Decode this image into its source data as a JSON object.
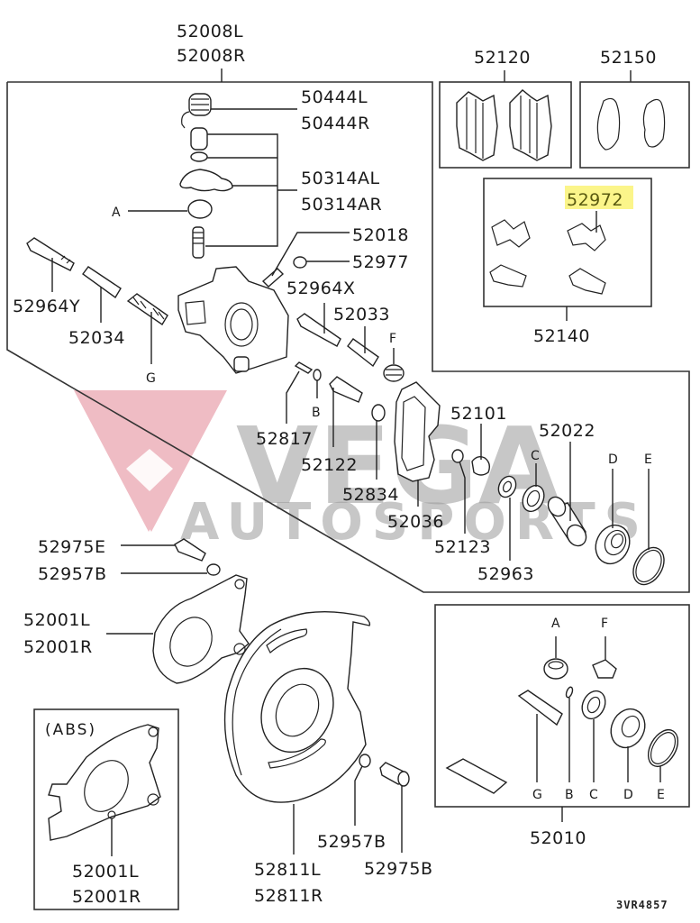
{
  "diagram": {
    "title_code": "3VR4857",
    "highlight_color": "#fbf58a",
    "highlighted_part": "52972",
    "watermark": {
      "brand_top": "VEGA",
      "brand_bottom": "AUTOSPORTS",
      "accent_color": "#e8a0ab",
      "grey_color": "#9a9a9a"
    },
    "labels": {
      "p52008": [
        "52008L",
        "52008R"
      ],
      "p50444": [
        "50444L",
        "50444R"
      ],
      "p50314": [
        "50314AL",
        "50314AR"
      ],
      "A_main": "A",
      "p52018": "52018",
      "p52977": "52977",
      "p52964Y": "52964Y",
      "p52964X": "52964X",
      "p52034": "52034",
      "p52033": "52033",
      "G_main": "G",
      "F_main": "F",
      "B_main": "B",
      "p52817": "52817",
      "p52122": "52122",
      "p52834": "52834",
      "p52036": "52036",
      "p52101": "52101",
      "p52022": "52022",
      "p52123": "52123",
      "p52963": "52963",
      "C_main": "C",
      "D_main": "D",
      "E_main": "E",
      "p52120": "52120",
      "p52150": "52150",
      "p52972": "52972",
      "p52140": "52140",
      "p52975E": "52975E",
      "p52957B_top": "52957B",
      "p52001_top": [
        "52001L",
        "52001R"
      ],
      "abs": "(ABS)",
      "p52001_abs": [
        "52001L",
        "52001R"
      ],
      "p52811": [
        "52811L",
        "52811R"
      ],
      "p52957B_bot": "52957B",
      "p52975B": "52975B",
      "kit": {
        "A": "A",
        "F": "F",
        "G": "G",
        "B": "B",
        "C": "C",
        "D": "D",
        "E": "E"
      },
      "p52010": "52010"
    }
  }
}
